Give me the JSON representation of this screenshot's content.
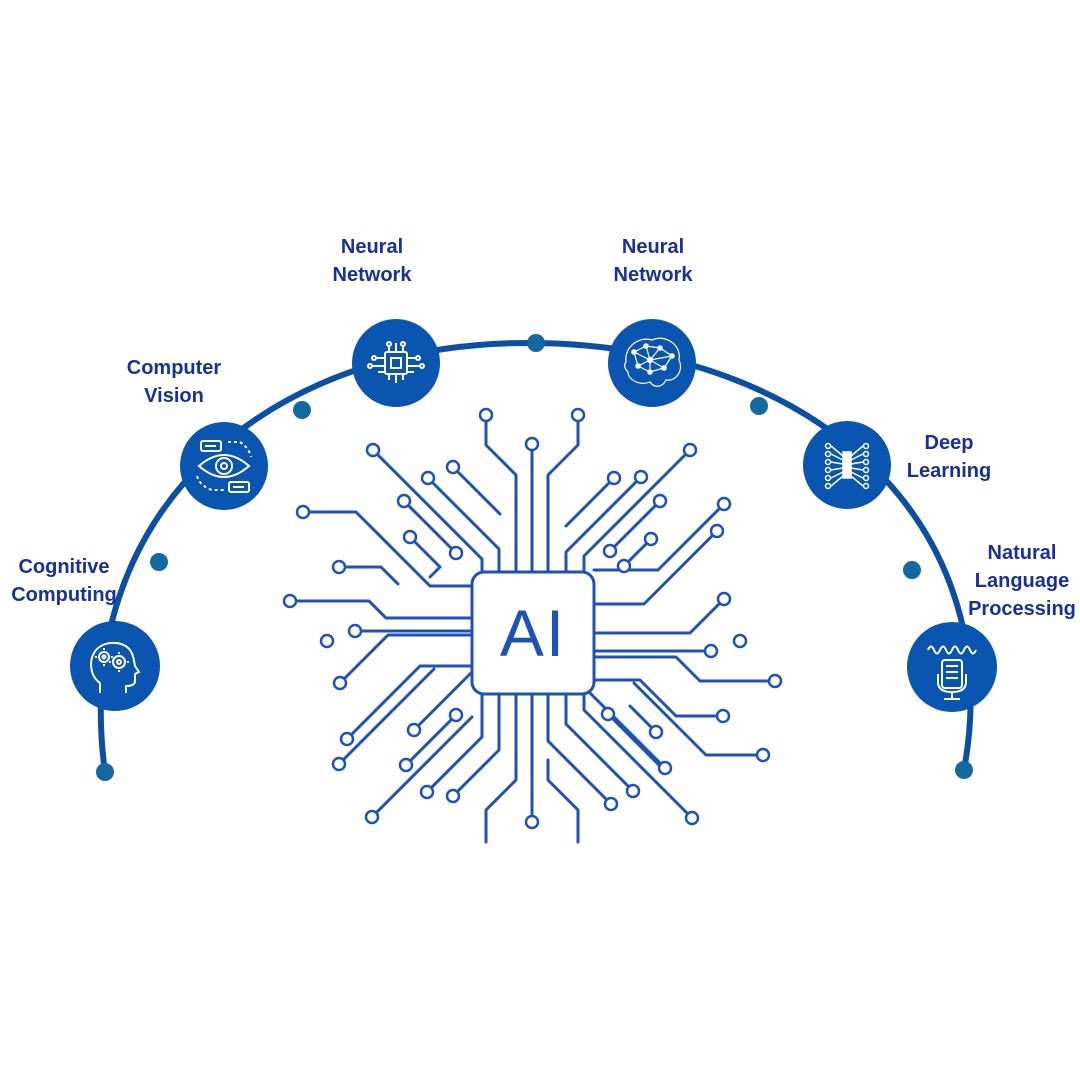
{
  "colors": {
    "arc": "#0c4ea3",
    "node": "#0a55b0",
    "dot": "#146aa0",
    "label_text": "#18309b",
    "circuit": "#1f52b6",
    "icon": "#ffffff"
  },
  "center": {
    "label": "AI"
  },
  "nodes": [
    {
      "label_lines": [
        "Cognitive",
        "Computing"
      ],
      "icon": "head-gears-icon"
    },
    {
      "label_lines": [
        "Computer",
        "Vision"
      ],
      "icon": "eye-icon"
    },
    {
      "label_lines": [
        "Neural",
        "Network"
      ],
      "icon": "chip-brain-icon"
    },
    {
      "label_lines": [
        "Neural",
        "Network"
      ],
      "icon": "network-brain-icon"
    },
    {
      "label_lines": [
        "Deep",
        "Learning"
      ],
      "icon": "layered-network-icon"
    },
    {
      "label_lines": [
        "Natural",
        "Language",
        "Processing"
      ],
      "icon": "microphone-waveform-icon"
    }
  ]
}
